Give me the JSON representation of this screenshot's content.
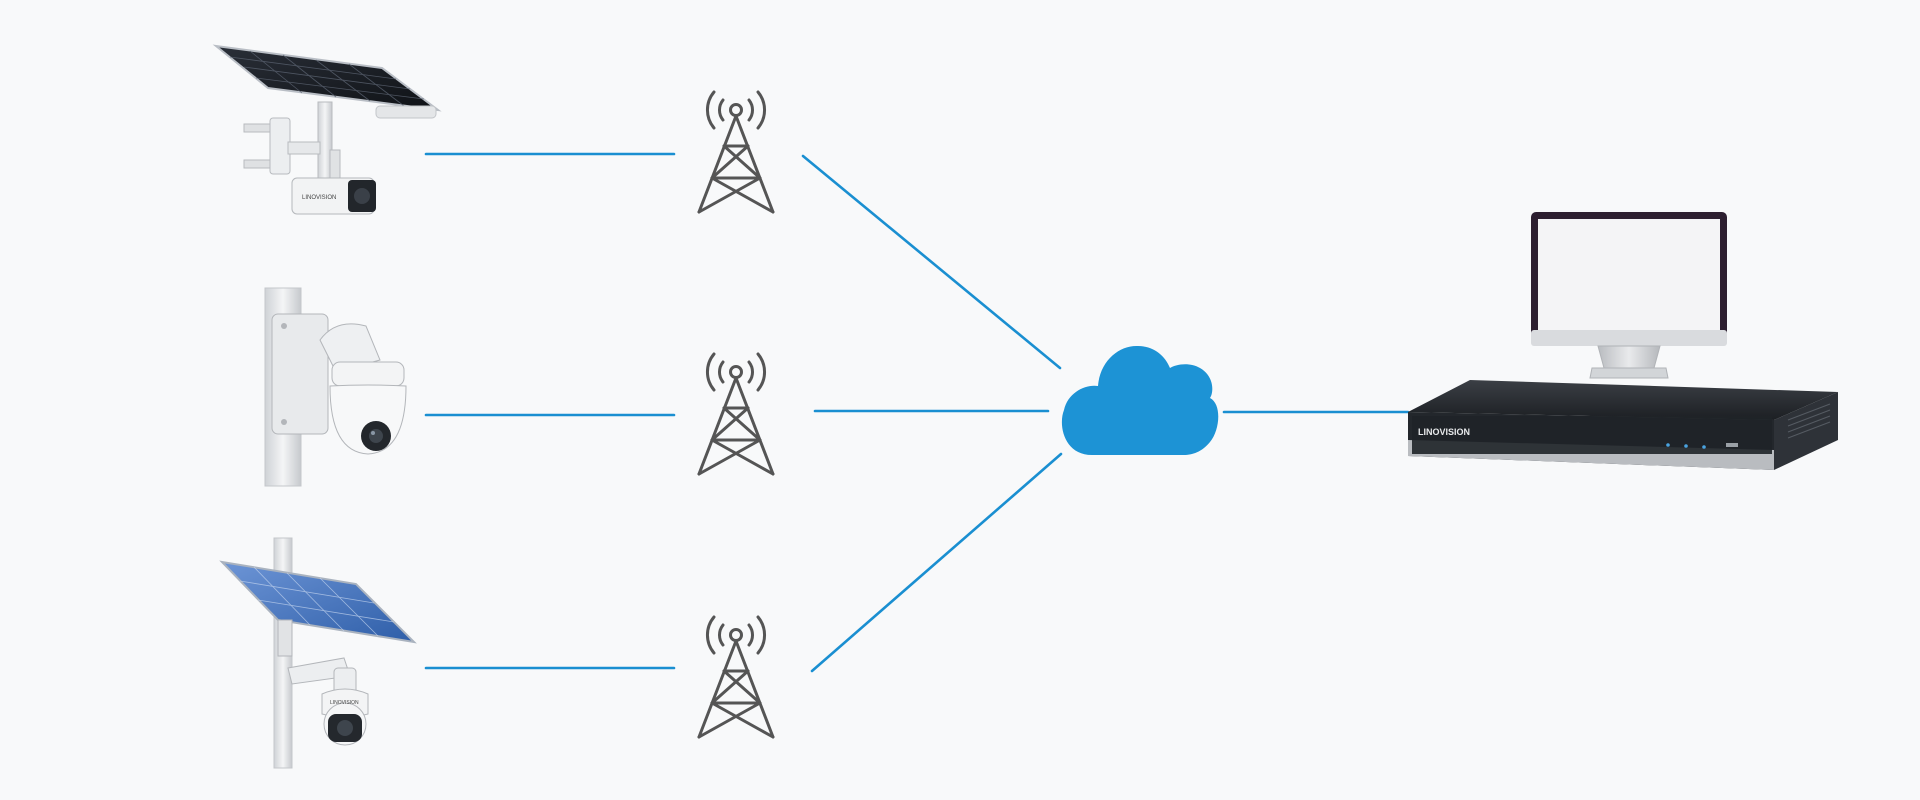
{
  "diagram": {
    "link_color": "#1a8fd1",
    "cloud_color": "#1d93d5",
    "tower_color": "#555555",
    "nodes": {
      "camera_solar_bullet": {
        "icon": "solar-bullet-camera-icon",
        "brand": "LINOVISION"
      },
      "camera_dome": {
        "icon": "dome-camera-icon"
      },
      "camera_solar_ptz": {
        "icon": "solar-ptz-camera-icon",
        "brand": "LINOVISION"
      },
      "towers": [
        "cell-tower-icon",
        "cell-tower-icon",
        "cell-tower-icon"
      ],
      "cloud": {
        "icon": "cloud-icon"
      },
      "monitor": {
        "icon": "monitor-icon"
      },
      "nvr": {
        "icon": "nvr-recorder-icon",
        "brand": "LINOVISION"
      }
    }
  }
}
